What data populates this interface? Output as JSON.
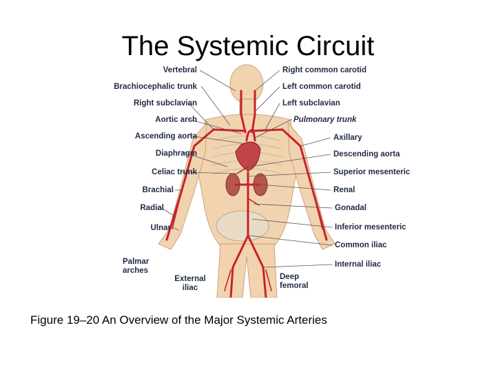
{
  "slide": {
    "title": "The Systemic Circuit",
    "caption": "Figure 19–20 An Overview of the Major Systemic Arteries"
  },
  "labels_left": [
    "Vertebral",
    "Brachiocephalic trunk",
    "Right subclavian",
    "Aortic arch",
    "Ascending aorta",
    "Diaphragm",
    "Celiac trunk",
    "Brachial",
    "Radial",
    "Ulnar",
    "Palmar arches",
    "External iliac"
  ],
  "labels_right": [
    "Right common carotid",
    "Left common carotid",
    "Left subclavian",
    "Pulmonary trunk",
    "Axillary",
    "Descending aorta",
    "Superior mesenteric",
    "Renal",
    "Gonadal",
    "Inferior mesenteric",
    "Common iliac",
    "Internal iliac",
    "Deep femoral"
  ],
  "colors": {
    "skin": "#f2d3b0",
    "artery": "#c8202a",
    "bone": "#e8dcc6",
    "leader": "#555555"
  }
}
